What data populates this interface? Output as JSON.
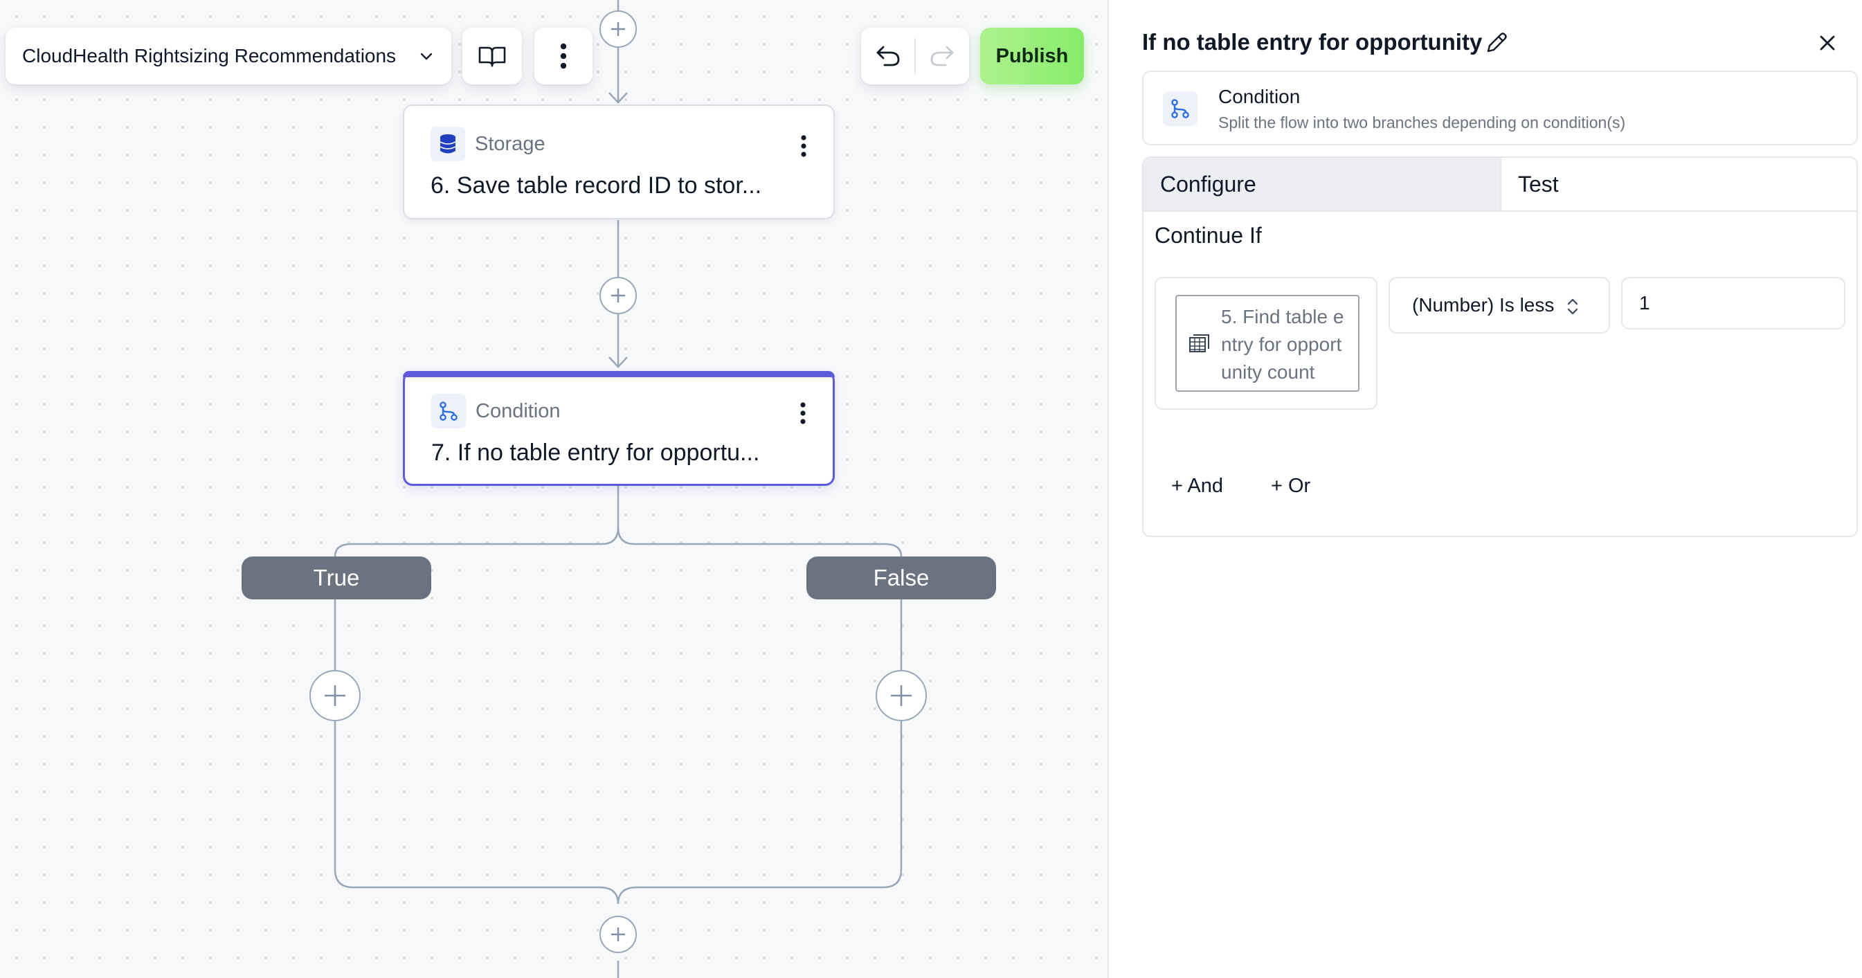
{
  "toolbar": {
    "flow_name": "CloudHealth Rightsizing Recommendations",
    "publish_label": "Publish",
    "icons": [
      "chevron-down-icon",
      "book-icon",
      "kebab-icon",
      "undo-icon",
      "redo-icon"
    ]
  },
  "canvas": {
    "nodes": [
      {
        "kind": "Storage",
        "label": "6. Save table record ID to stor..."
      },
      {
        "kind": "Condition",
        "label": "7. If no table entry for opportu..."
      }
    ],
    "branches": {
      "true_label": "True",
      "false_label": "False"
    }
  },
  "panel": {
    "title": "If no table entry for opportunity",
    "step": {
      "name": "Condition",
      "description": "Split the flow into two branches depending on condition(s)"
    },
    "tabs": {
      "configure": "Configure",
      "test": "Test"
    },
    "active_tab": "Configure",
    "continue_if_label": "Continue If",
    "condition": {
      "variable": "5. Find table entry for opportunity count",
      "operator": "(Number) Is less",
      "value": "1"
    },
    "add_and_label": "+ And",
    "add_or_label": "+ Or"
  },
  "colors": {
    "accent": "#5b5bdb",
    "publish": "#9cef7c",
    "branch_pill": "#6b7280",
    "connector": "#9aa7b8"
  }
}
